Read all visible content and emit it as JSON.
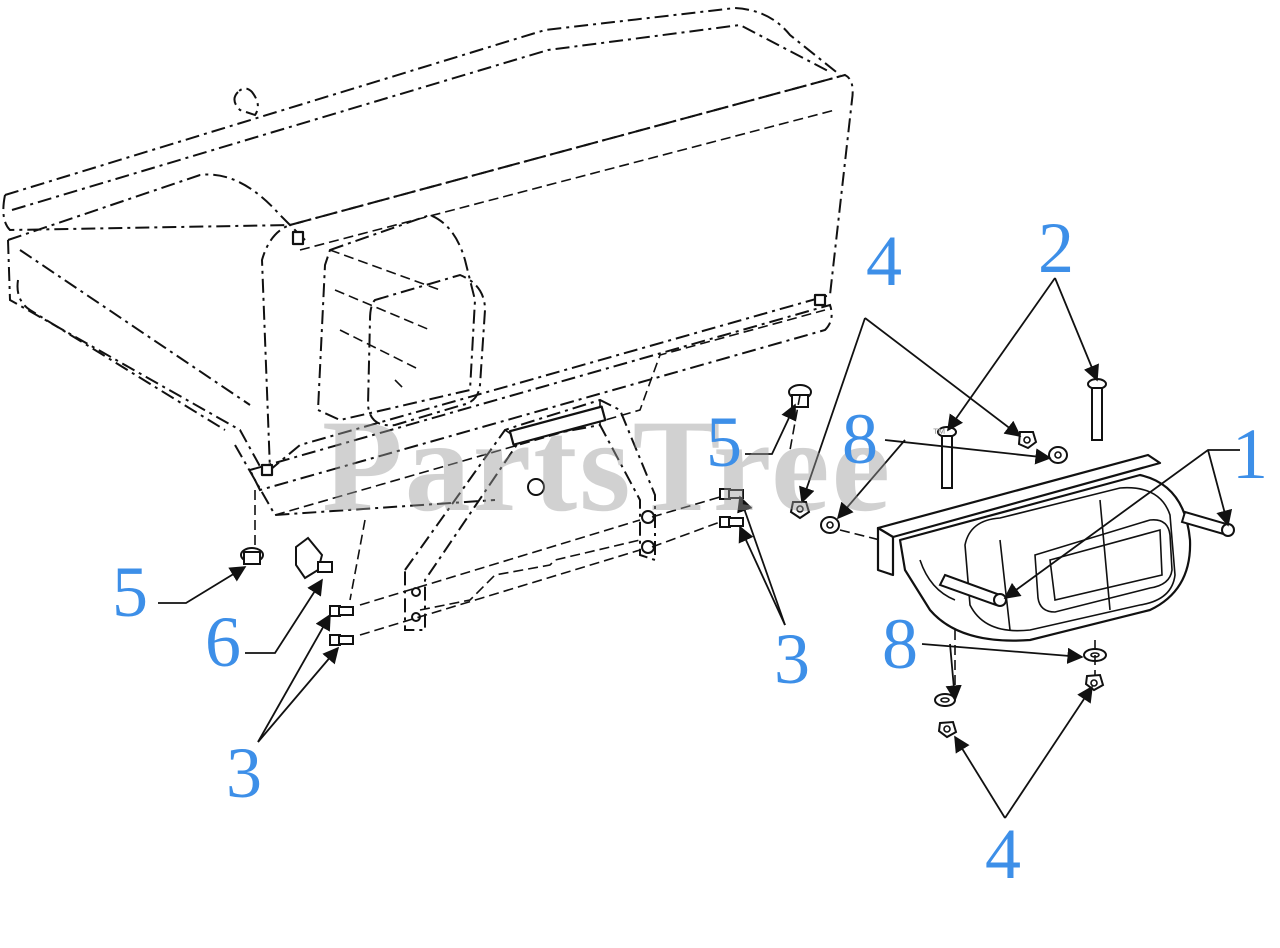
{
  "watermark": {
    "text": "PartsTree",
    "trademark": "™"
  },
  "callouts": {
    "c1": "1",
    "c2": "2",
    "c3_center": "3",
    "c3_left": "3",
    "c4_top": "4",
    "c4_bottom": "4",
    "c5_left": "5",
    "c5_center": "5",
    "c6": "6",
    "c8_top": "8",
    "c8_bottom": "8"
  },
  "colors": {
    "callout": "#3d8fe8",
    "lines": "#111111",
    "watermark": "#9a9a9a"
  }
}
